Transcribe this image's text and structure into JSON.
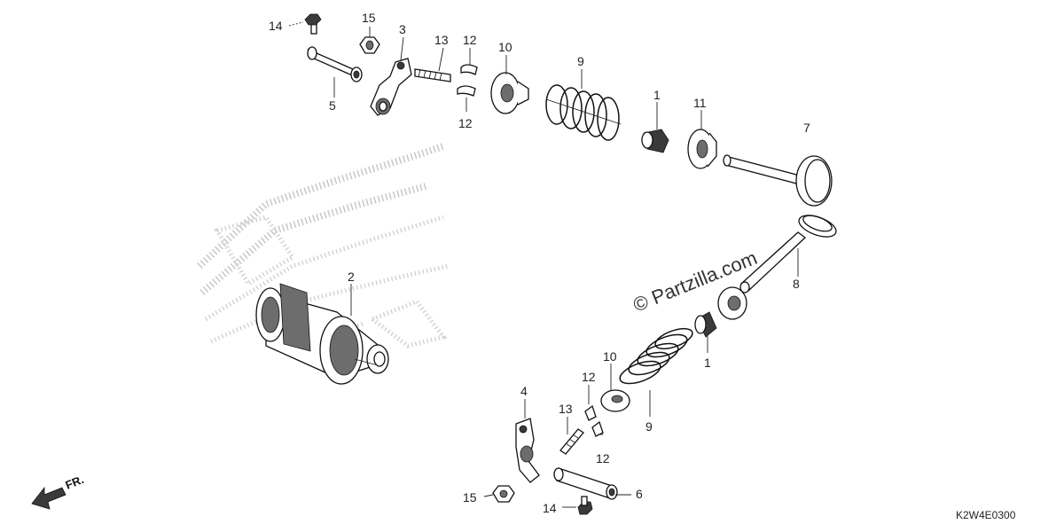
{
  "diagram_code": "K2W4E0300",
  "watermark": "© Partzilla.com",
  "direction_label": "FR.",
  "callouts": {
    "c14a": "14",
    "c15a": "15",
    "c3": "3",
    "c13a": "13",
    "c12a": "12",
    "c12b": "12",
    "c10a": "10",
    "c9a": "9",
    "c5": "5",
    "c1a": "1",
    "c11": "11",
    "c7": "7",
    "c2": "2",
    "c8": "8",
    "c1b": "1",
    "c10b": "10",
    "c12c": "12",
    "c13b": "13",
    "c4": "4",
    "c12d": "12",
    "c9b": "9",
    "c6": "6",
    "c15b": "15",
    "c14b": "14"
  }
}
